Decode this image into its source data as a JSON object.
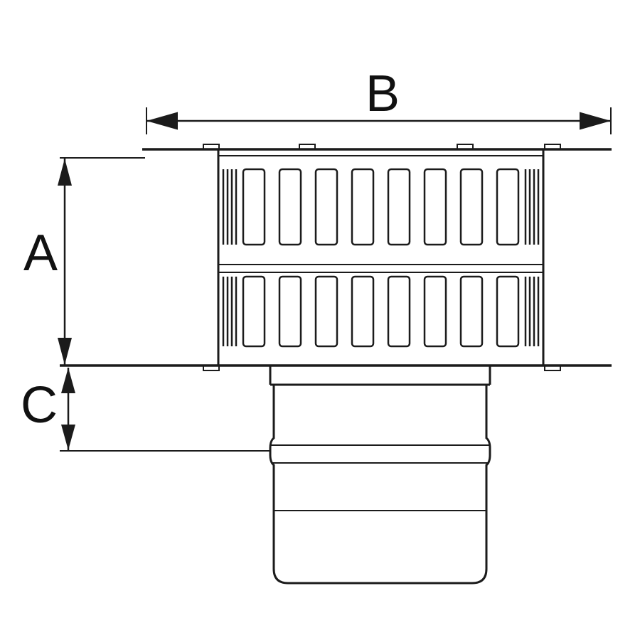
{
  "diagram": {
    "background_color": "#ffffff",
    "line_color": "#1b1b1b",
    "dimensions": {
      "a": {
        "label": "A"
      },
      "b": {
        "label": "B"
      },
      "c": {
        "label": "C"
      }
    }
  }
}
